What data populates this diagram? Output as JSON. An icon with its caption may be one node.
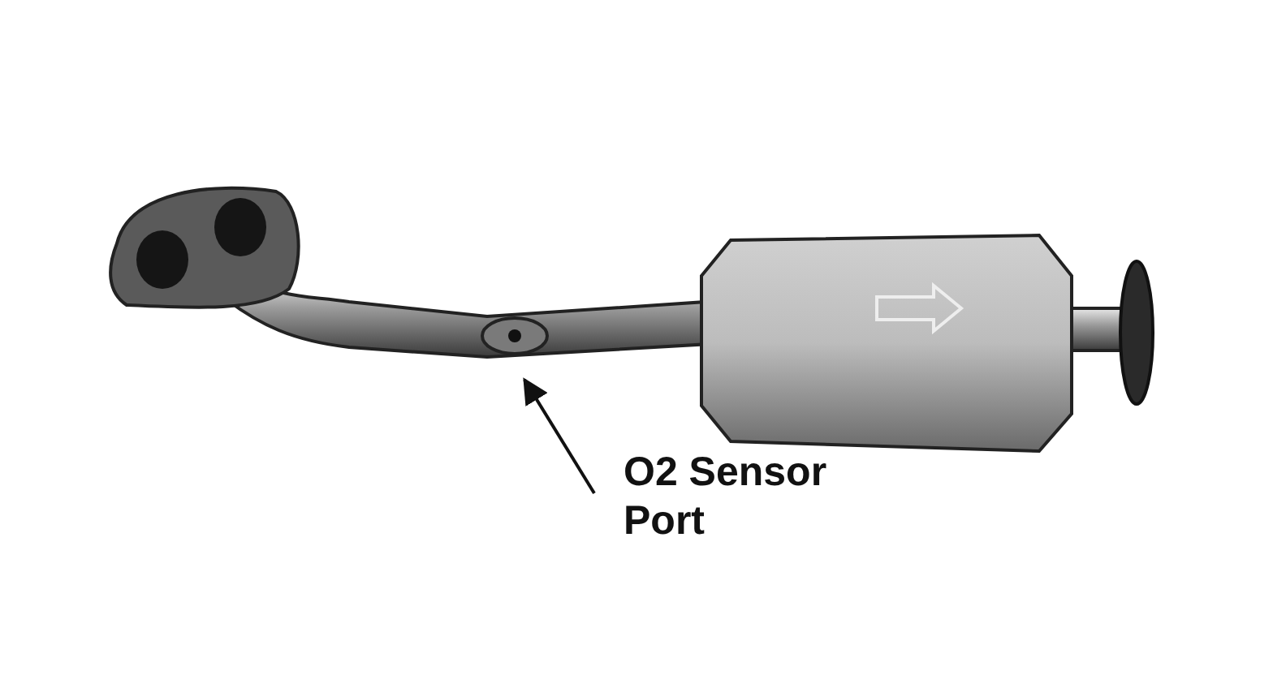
{
  "diagram": {
    "nodes": [
      {
        "text": [
          "O2 Sensor Port"
        ]
      },
      {
        "text": [],
        "shape": "picture"
      }
    ],
    "edges": [
      {
        "from": 0,
        "to": 1,
        "arrow": "to"
      }
    ]
  }
}
